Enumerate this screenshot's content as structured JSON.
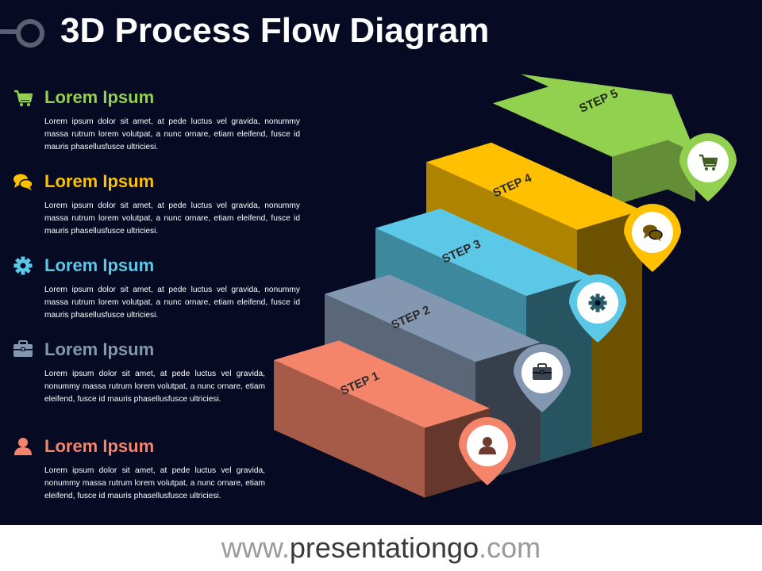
{
  "title": "3D Process Flow Diagram",
  "items": [
    {
      "heading": "Lorem Ipsum",
      "icon": "cart-icon",
      "color": "#92d050",
      "text": "Lorem ipsum dolor sit amet, at pede luctus vel gravida, nonummy massa rutrum lorem volutpat, a nunc ornare, etiam eleifend, fusce id mauris phasellusfusce ultriciesi."
    },
    {
      "heading": "Lorem Ipsum",
      "icon": "chat-icon",
      "color": "#ffc000",
      "text": "Lorem ipsum dolor sit amet, at pede luctus vel gravida, nonummy massa rutrum lorem volutpat, a nunc ornare, etiam eleifend, fusce id mauris phasellusfusce ultriciesi."
    },
    {
      "heading": "Lorem Ipsum",
      "icon": "gear-icon",
      "color": "#5bc8e8",
      "text": "Lorem ipsum dolor sit amet, at pede luctus vel gravida, nonummy massa rutrum lorem volutpat, a nunc ornare, etiam eleifend, fusce id mauris phasellusfusce ultriciesi."
    },
    {
      "heading": "Lorem Ipsum",
      "icon": "briefcase-icon",
      "color": "#8497b0",
      "text": "Lorem ipsum dolor sit amet, at pede luctus vel gravida, nonummy massa rutrum lorem volutpat, a nunc ornare, etiam eleifend, fusce id mauris phasellusfusce ultriciesi."
    },
    {
      "heading": "Lorem Ipsum",
      "icon": "user-icon",
      "color": "#f4846a",
      "text": "Lorem ipsum dolor sit amet, at pede luctus vel gravida, nonummy massa rutrum lorem volutpat, a nunc ornare, etiam eleifend, fusce id mauris phasellusfusce ultriciesi."
    }
  ],
  "steps": [
    {
      "label": "STEP 1",
      "color": "#f4846a"
    },
    {
      "label": "STEP 2",
      "color": "#8497b0"
    },
    {
      "label": "STEP 3",
      "color": "#5bc8e8"
    },
    {
      "label": "STEP 4",
      "color": "#ffc000"
    },
    {
      "label": "STEP 5",
      "color": "#92d050"
    }
  ],
  "pins": [
    {
      "icon": "user-icon",
      "color": "#f4846a"
    },
    {
      "icon": "briefcase-icon",
      "color": "#8497b0"
    },
    {
      "icon": "gear-icon",
      "color": "#5bc8e8"
    },
    {
      "icon": "chat-icon",
      "color": "#ffc000"
    },
    {
      "icon": "cart-icon",
      "color": "#92d050"
    }
  ],
  "footer": {
    "prefix": "www.",
    "brand": "presentationgo",
    "suffix": ".com"
  }
}
